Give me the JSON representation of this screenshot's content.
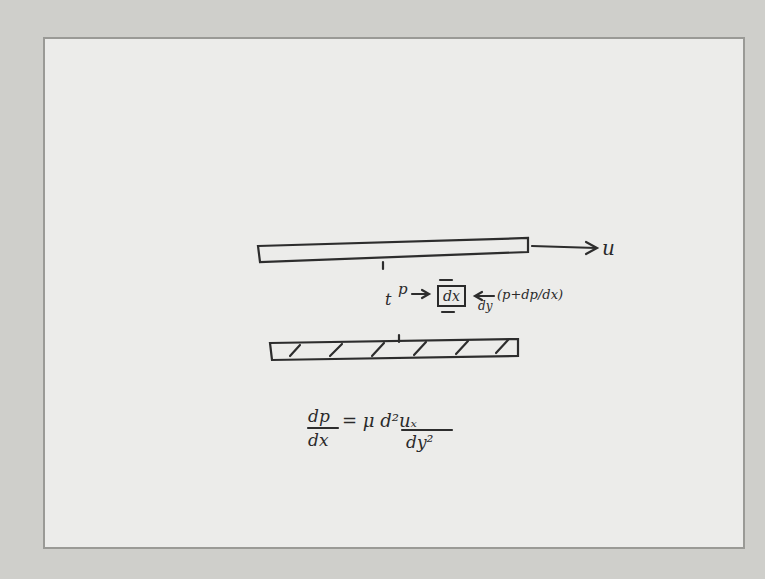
{
  "diagram": {
    "nodes": [
      {
        "text": [
          "dx"
        ]
      }
    ],
    "labels": [
      "u",
      "t",
      "p",
      "dy",
      "(p+dp/dx)",
      "dp",
      "dx",
      "= μ d²uₓ",
      "dy²"
    ]
  }
}
